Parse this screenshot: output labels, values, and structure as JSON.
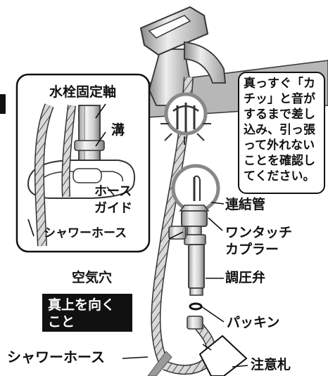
{
  "labels": {
    "shaft": "水栓固定軸",
    "groove": "溝",
    "hose_guide_1": "ホース",
    "hose_guide_2": "ガイド",
    "shower_hose_inset": "シャワーホース",
    "connector_pipe": "連結管",
    "one_touch_1": "ワンタッチ",
    "one_touch_2": "カプラー",
    "air_hole": "空気穴",
    "pressure_valve": "調圧弁",
    "packing": "パッキン",
    "shower_hose": "シャワーホース",
    "caution_tag": "注意札"
  },
  "note": {
    "lines": [
      "真っすぐ「カ",
      "チッ」と音が",
      "するまで差し",
      "込み、引っ張",
      "って外れない",
      "ことを確認し",
      "てください。"
    ]
  },
  "warning": {
    "line1": "真上を向く",
    "line2": "こと"
  }
}
